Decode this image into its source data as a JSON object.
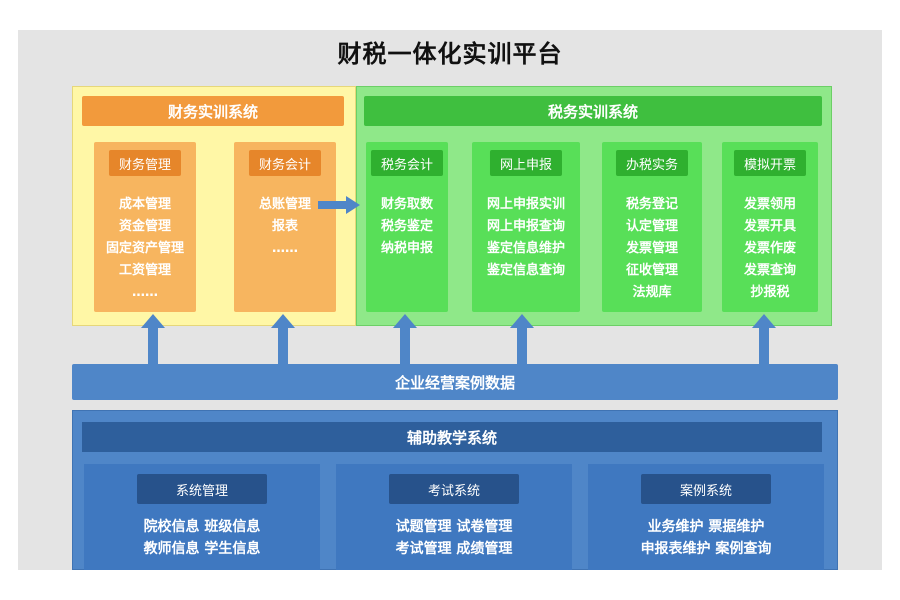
{
  "title": "财税一体化实训平台",
  "finance": {
    "label": "财务实训系统",
    "modules": [
      {
        "name": "财务管理",
        "items": [
          "成本管理",
          "资金管理",
          "固定资产管理",
          "工资管理",
          "……"
        ]
      },
      {
        "name": "财务会计",
        "items": [
          "总账管理",
          "报表",
          "……"
        ]
      }
    ]
  },
  "tax": {
    "label": "税务实训系统",
    "modules": [
      {
        "name": "税务会计",
        "items": [
          "财务取数",
          "税务鉴定",
          "纳税申报"
        ]
      },
      {
        "name": "网上申报",
        "items": [
          "网上申报实训",
          "网上申报查询",
          "鉴定信息维护",
          "鉴定信息查询"
        ]
      },
      {
        "name": "办税实务",
        "items": [
          "税务登记",
          "认定管理",
          "发票管理",
          "征收管理",
          "法规库"
        ]
      },
      {
        "name": "模拟开票",
        "items": [
          "发票领用",
          "发票开具",
          "发票作废",
          "发票查询",
          "抄报税"
        ]
      }
    ]
  },
  "data_layer": {
    "label": "企业经营案例数据"
  },
  "aux": {
    "label": "辅助教学系统",
    "subsystems": [
      {
        "name": "系统管理",
        "lines": [
          "院校信息  班级信息",
          "教师信息  学生信息"
        ]
      },
      {
        "name": "考试系统",
        "lines": [
          "试题管理  试卷管理",
          "考试管理  成绩管理"
        ]
      },
      {
        "name": "案例系统",
        "lines": [
          "业务维护  票据维护",
          "申报表维护  案例查询"
        ]
      }
    ]
  },
  "colors": {
    "finance_accent": "#f29a3c",
    "tax_accent": "#3fbf3f",
    "data_blue": "#4f86c8"
  }
}
